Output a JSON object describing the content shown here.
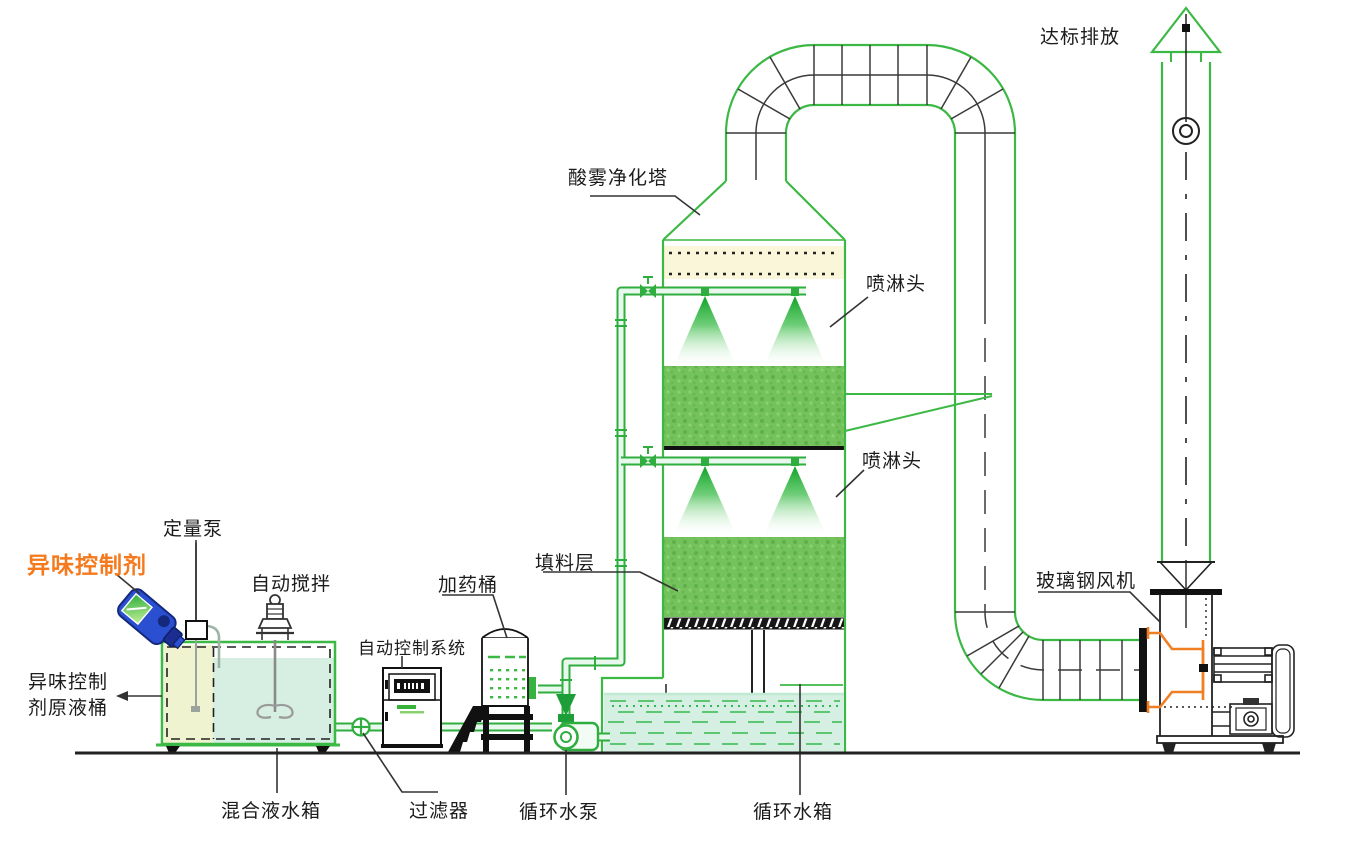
{
  "labels": {
    "discharge": "达标排放",
    "tower": "酸雾净化塔",
    "spray_head_upper": "喷淋头",
    "spray_head_lower": "喷淋头",
    "packing_layer": "填料层",
    "frp_fan": "玻璃钢风机",
    "metering_pump": "定量泵",
    "odor_control_agent": "异味控制剂",
    "auto_stirring": "自动搅拌",
    "dosing_barrel": "加药桶",
    "auto_control_system": "自动控制系统",
    "agent_stock_tank_line1": "异味控制",
    "agent_stock_tank_line2": "剂原液桶",
    "mixing_tank": "混合液水箱",
    "filter": "过滤器",
    "circulating_pump": "循环水泵",
    "circulating_tank": "循环水箱"
  },
  "colors": {
    "line_green": "#3cb845",
    "packing_green": "#72c158",
    "spray_green": "#0ea227",
    "demister_yellow": "#f9f6d9",
    "water_teal": "#d6efe3",
    "agent_liquid_yellow": "#eff3cf",
    "bottle_blue": "#2a4fd0",
    "fan_inlet_orange": "#f07f23",
    "label_orange": "#f5791d",
    "drawing_black": "#222222"
  }
}
